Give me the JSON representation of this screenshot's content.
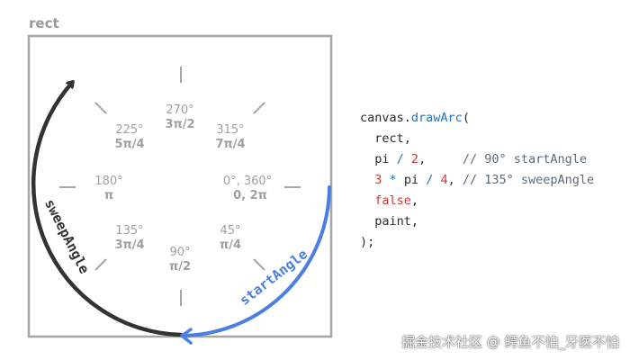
{
  "rect_label": "rect",
  "angles": [
    {
      "deg": "0°, 360°",
      "rad": "0, 2π"
    },
    {
      "deg": "45°",
      "rad": "π/4"
    },
    {
      "deg": "90°",
      "rad": "π/2"
    },
    {
      "deg": "135°",
      "rad": "3π/4"
    },
    {
      "deg": "180°",
      "rad": "π"
    },
    {
      "deg": "225°",
      "rad": "5π/4"
    },
    {
      "deg": "270°",
      "rad": "3π/2"
    },
    {
      "deg": "315°",
      "rad": "7π/4"
    }
  ],
  "arc_labels": {
    "sweep": "sweepAngle",
    "start": "startAngle"
  },
  "colors": {
    "sweep_arc": "#333333",
    "start_arc": "#4a7ee0",
    "rect_stroke": "#a6a6a6",
    "tick": "#9a9a9a"
  },
  "code": {
    "line1_obj": "canvas.",
    "line1_fn": "drawArc",
    "line1_paren": "(",
    "line2": "  rect,",
    "line3_pre": "  pi ",
    "line3_op": "/",
    "line3_sp": " ",
    "line3_num": "2",
    "line3_post": ",     ",
    "line3_comment": "// 90° startAngle",
    "line4_pre": "  ",
    "line4_num1": "3",
    "line4_sp1": " ",
    "line4_op1": "*",
    "line4_mid": " pi ",
    "line4_op2": "/",
    "line4_sp2": " ",
    "line4_num2": "4",
    "line4_post": ", ",
    "line4_comment": "// 135° sweepAngle",
    "line5_pre": "  ",
    "line5_kw": "false",
    "line5_post": ",",
    "line6": "  paint,",
    "line7": ");"
  },
  "watermark": "掘金技术社区 @ 鳄鱼不怕_牙医不怕"
}
